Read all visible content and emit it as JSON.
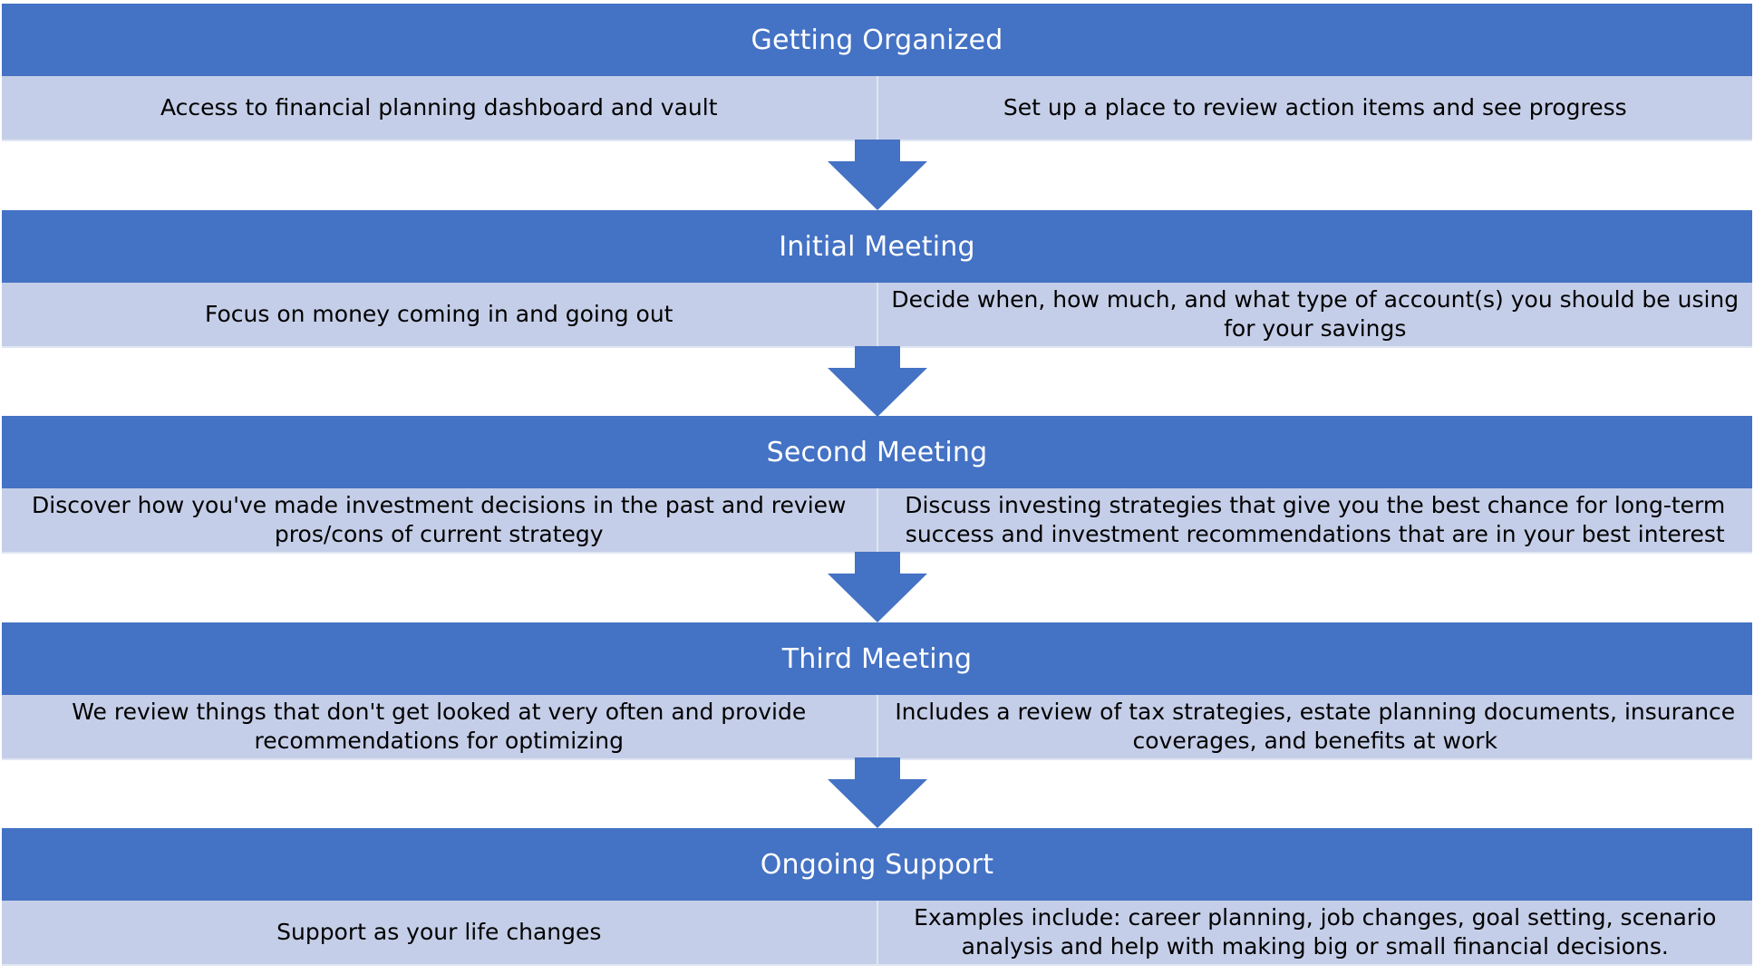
{
  "colors": {
    "header_bg": "#4472c4",
    "row_bg": "#c5cee8",
    "arrow": "#4472c4"
  },
  "stages": [
    {
      "title": "Getting Organized",
      "left": "Access to financial planning dashboard and vault",
      "right": "Set up a place to review action items and see progress"
    },
    {
      "title": "Initial Meeting",
      "left": "Focus on money coming in and going out",
      "right": "Decide when, how much, and what type of account(s) you should be using for your savings"
    },
    {
      "title": "Second Meeting",
      "left": "Discover how you've made investment decisions in the past and review pros/cons of current strategy",
      "right": "Discuss investing strategies that give you the best chance for long-term success and investment recommendations that are in your best interest"
    },
    {
      "title": "Third Meeting",
      "left": "We review things that don't get looked at very often and provide recommendations for optimizing",
      "right": "Includes a review of tax strategies, estate planning documents, insurance coverages, and benefits at work"
    },
    {
      "title": "Ongoing Support",
      "left": "Support as your life changes",
      "right": "Examples include: career planning, job changes, goal setting, scenario analysis and help with making big or small financial decisions."
    }
  ]
}
